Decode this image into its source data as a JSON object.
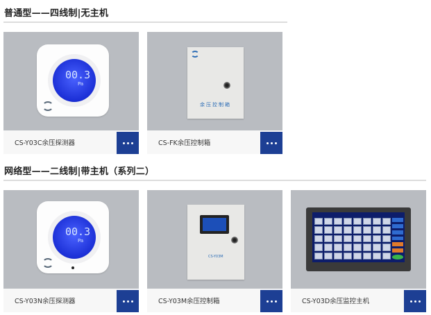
{
  "sections": [
    {
      "title": "普通型——四线制|无主机",
      "products": [
        {
          "name": "CS-Y03C余压探测器",
          "image": "pressure-detector-y03c",
          "display_value": "00.3",
          "unit": "Pa"
        },
        {
          "name": "CS-FK余压控制箱",
          "image": "control-box-fk",
          "panel_text": "余压控制箱"
        }
      ]
    },
    {
      "title": "网络型——二线制|带主机（系列二）",
      "products": [
        {
          "name": "CS-Y03N余压探测器",
          "image": "pressure-detector-y03n",
          "display_value": "00.3",
          "unit": "Pa"
        },
        {
          "name": "CS-Y03M余压控制箱",
          "image": "control-box-y03m",
          "panel_text": "CS-Y03M"
        },
        {
          "name": "CS-Y03D余压监控主机",
          "image": "monitoring-host-y03d"
        }
      ]
    }
  ],
  "more_button": {
    "icon": "more-dots-icon"
  },
  "colors": {
    "accent": "#1d3f94",
    "image_bg": "#b9bcc1",
    "caption_bg": "#f7f7f7",
    "rule": "#dcdcdc"
  }
}
